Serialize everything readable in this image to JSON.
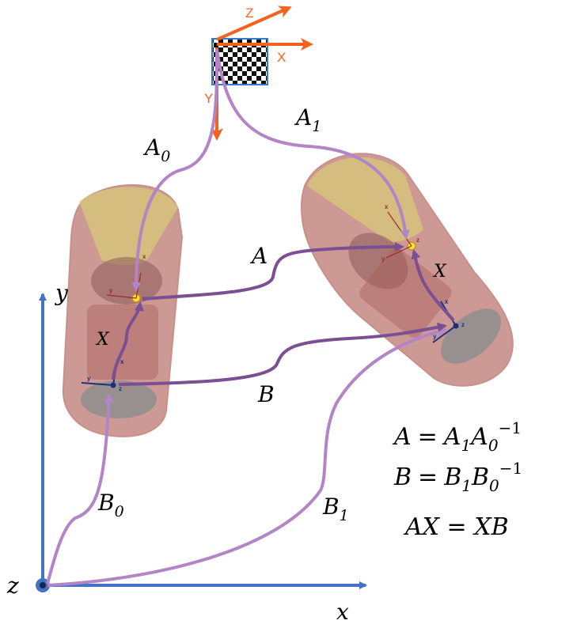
{
  "diagram": {
    "world_axes": {
      "x_label": "x",
      "y_label": "y",
      "z_label": "z"
    },
    "target_axes": {
      "z": "Z",
      "x": "X",
      "y": "Y"
    },
    "path_labels": {
      "A0": {
        "base": "A",
        "sub": "0"
      },
      "A1": {
        "base": "A",
        "sub": "1"
      },
      "A": "A",
      "B": "B",
      "X_left": "X",
      "X_right": "X",
      "B0": {
        "base": "B",
        "sub": "0"
      },
      "B1": {
        "base": "B",
        "sub": "1"
      }
    },
    "equations": {
      "eq1": {
        "lhs": "A",
        "eq": "=",
        "t1": "A",
        "t1_sub": "1",
        "t2": "A",
        "t2_sub": "0",
        "t2_sup": "−1"
      },
      "eq2": {
        "lhs": "B",
        "eq": "=",
        "t1": "B",
        "t1_sub": "1",
        "t2": "B",
        "t2_sub": "0",
        "t2_sup": "−1"
      },
      "eq3": "AX = XB"
    },
    "small_frames": {
      "x": "x",
      "y": "y",
      "z": "z"
    },
    "colors": {
      "world_axis": "#4472c4",
      "target_axis": "#f26322",
      "light_path": "#b384c6",
      "dark_path": "#7b4f91",
      "car_body": "#b9726c",
      "camera_fov": "#d8c978"
    }
  }
}
